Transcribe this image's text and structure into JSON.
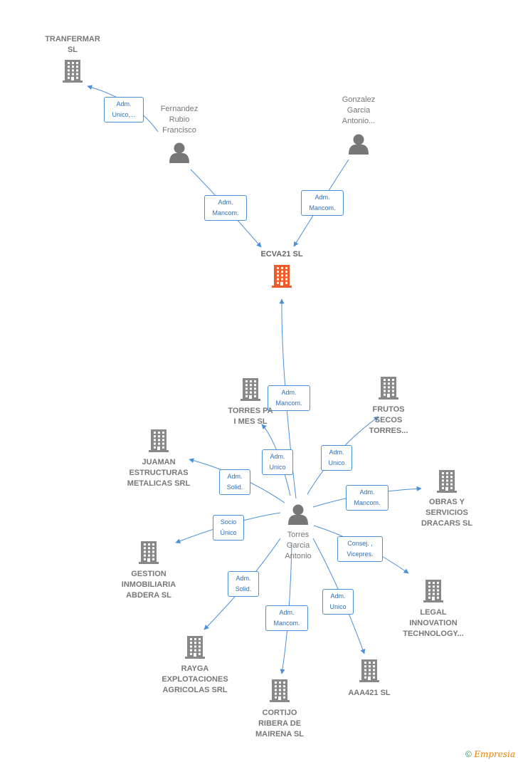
{
  "colors": {
    "edge": "#4a90d9",
    "company": "#888888",
    "main_company": "#f05a28",
    "person": "#777777"
  },
  "nodes": [
    {
      "id": "tranfermar",
      "kind": "company",
      "label": "TRANFERMAR\nSL"
    },
    {
      "id": "fernandez",
      "kind": "person",
      "label": "Fernandez\nRubio\nFrancisco"
    },
    {
      "id": "gonzalez",
      "kind": "person",
      "label": "Gonzalez\nGarcia\nAntonio..."
    },
    {
      "id": "ecva21",
      "kind": "main",
      "label": "ECVA21  SL"
    },
    {
      "id": "torres_pa",
      "kind": "company",
      "label": "TORRES PA\nI MES  SL"
    },
    {
      "id": "frutos",
      "kind": "company",
      "label": "FRUTOS\nSECOS\nTORRES..."
    },
    {
      "id": "juaman",
      "kind": "company",
      "label": "JUAMAN\nESTRUCTURAS\nMETALICAS SRL"
    },
    {
      "id": "obras",
      "kind": "company",
      "label": "OBRAS Y\nSERVICIOS\nDRACARS SL"
    },
    {
      "id": "torres_garcia",
      "kind": "person",
      "label": "Torres\nGarcia\nAntonio"
    },
    {
      "id": "gestion",
      "kind": "company",
      "label": "GESTION\nINMOBILIARIA\nABDERA  SL"
    },
    {
      "id": "legal",
      "kind": "company",
      "label": "LEGAL\nINNOVATION\nTECHNOLOGY..."
    },
    {
      "id": "rayga",
      "kind": "company",
      "label": "RAYGA\nEXPLOTACIONES\nAGRICOLAS SRL"
    },
    {
      "id": "cortijo",
      "kind": "company",
      "label": "CORTIJO\nRIBERA DE\nMAIRENA  SL"
    },
    {
      "id": "aaa421",
      "kind": "company",
      "label": "AAA421 SL"
    }
  ],
  "edges": [
    {
      "from": "fernandez",
      "to": "tranfermar",
      "label": "Adm.\nUnico,..."
    },
    {
      "from": "fernandez",
      "to": "ecva21",
      "label": "Adm.\nMancom."
    },
    {
      "from": "gonzalez",
      "to": "ecva21",
      "label": "Adm.\nMancom."
    },
    {
      "from": "torres_garcia",
      "to": "ecva21",
      "label": "Adm.\nMancom."
    },
    {
      "from": "torres_garcia",
      "to": "torres_pa",
      "label": "Adm.\nUnico"
    },
    {
      "from": "torres_garcia",
      "to": "frutos",
      "label": "Adm.\nUnico"
    },
    {
      "from": "torres_garcia",
      "to": "juaman",
      "label": "Adm.\nSolid."
    },
    {
      "from": "torres_garcia",
      "to": "obras",
      "label": "Adm.\nMancom."
    },
    {
      "from": "torres_garcia",
      "to": "gestion",
      "label": "Socio\nÚnico"
    },
    {
      "from": "torres_garcia",
      "to": "legal",
      "label": "Consej. ,\nVicepres."
    },
    {
      "from": "torres_garcia",
      "to": "rayga",
      "label": "Adm.\nSolid."
    },
    {
      "from": "torres_garcia",
      "to": "cortijo",
      "label": "Adm.\nMancom."
    },
    {
      "from": "torres_garcia",
      "to": "aaa421",
      "label": "Adm.\nUnico"
    }
  ],
  "footer": {
    "copyright": "©",
    "brand": "Empresia"
  }
}
